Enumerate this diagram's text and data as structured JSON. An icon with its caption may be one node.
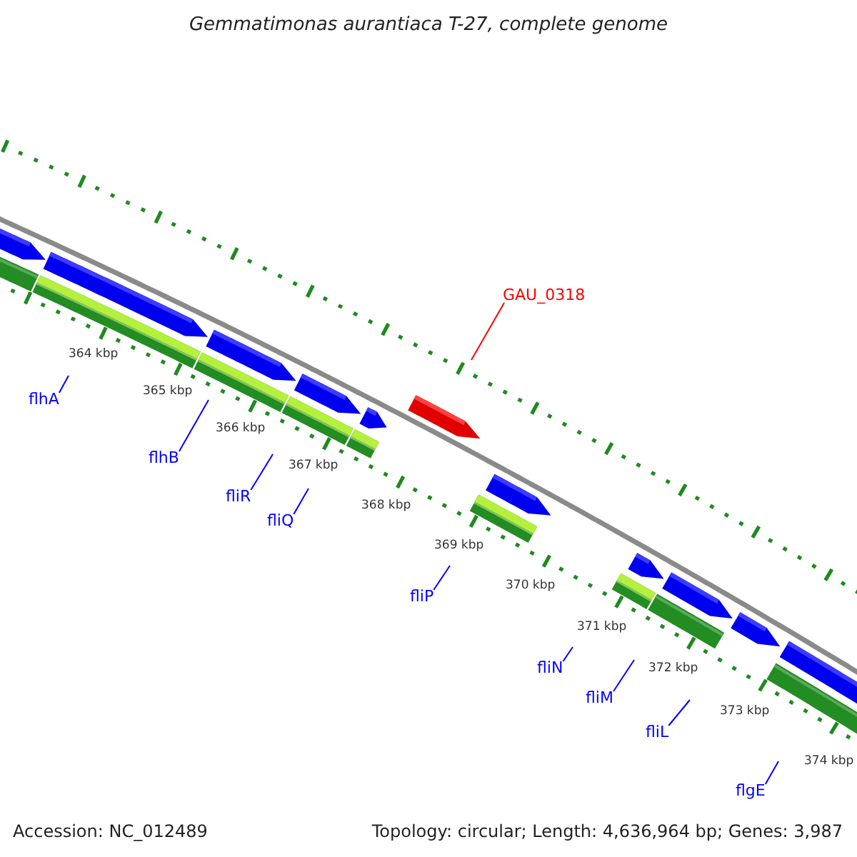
{
  "diagram": {
    "title": "Gemmatimonas aurantiaca T-27, complete genome",
    "nodes": [
      {
        "text": [
          "GAU_0318"
        ]
      },
      {
        "text": [
          "flhA"
        ]
      },
      {
        "text": [
          "flhB"
        ]
      },
      {
        "text": [
          "fliR"
        ]
      },
      {
        "text": [
          "fliQ"
        ]
      },
      {
        "text": [
          "fliP"
        ]
      },
      {
        "text": [
          "fliN"
        ]
      },
      {
        "text": [
          "fliM"
        ]
      },
      {
        "text": [
          "fliL"
        ]
      },
      {
        "text": [
          "flgE"
        ]
      }
    ],
    "edges": [
      {
        "from": 0,
        "to": null,
        "arrow": "none",
        "color": "#ff0000"
      },
      {
        "from": 1,
        "to": null,
        "arrow": "none"
      },
      {
        "from": 2,
        "to": null,
        "arrow": "none"
      },
      {
        "from": 3,
        "to": null,
        "arrow": "none"
      },
      {
        "from": 4,
        "to": null,
        "arrow": "none"
      },
      {
        "from": 5,
        "to": null,
        "arrow": "none"
      },
      {
        "from": 6,
        "to": null,
        "arrow": "none"
      },
      {
        "from": 7,
        "to": null,
        "arrow": "none"
      },
      {
        "from": 8,
        "to": null,
        "arrow": "none"
      },
      {
        "from": 9,
        "to": null,
        "arrow": "none"
      }
    ],
    "labels": [
      "364 kbp",
      "365 kbp",
      "366 kbp",
      "367 kbp",
      "368 kbp",
      "369 kbp",
      "370 kbp",
      "371 kbp",
      "372 kbp",
      "373 kbp",
      "374 kbp",
      "Accession: NC_012489",
      "Topology: circular; Length: 4,636,964 bp; Genes: 3,987"
    ]
  }
}
